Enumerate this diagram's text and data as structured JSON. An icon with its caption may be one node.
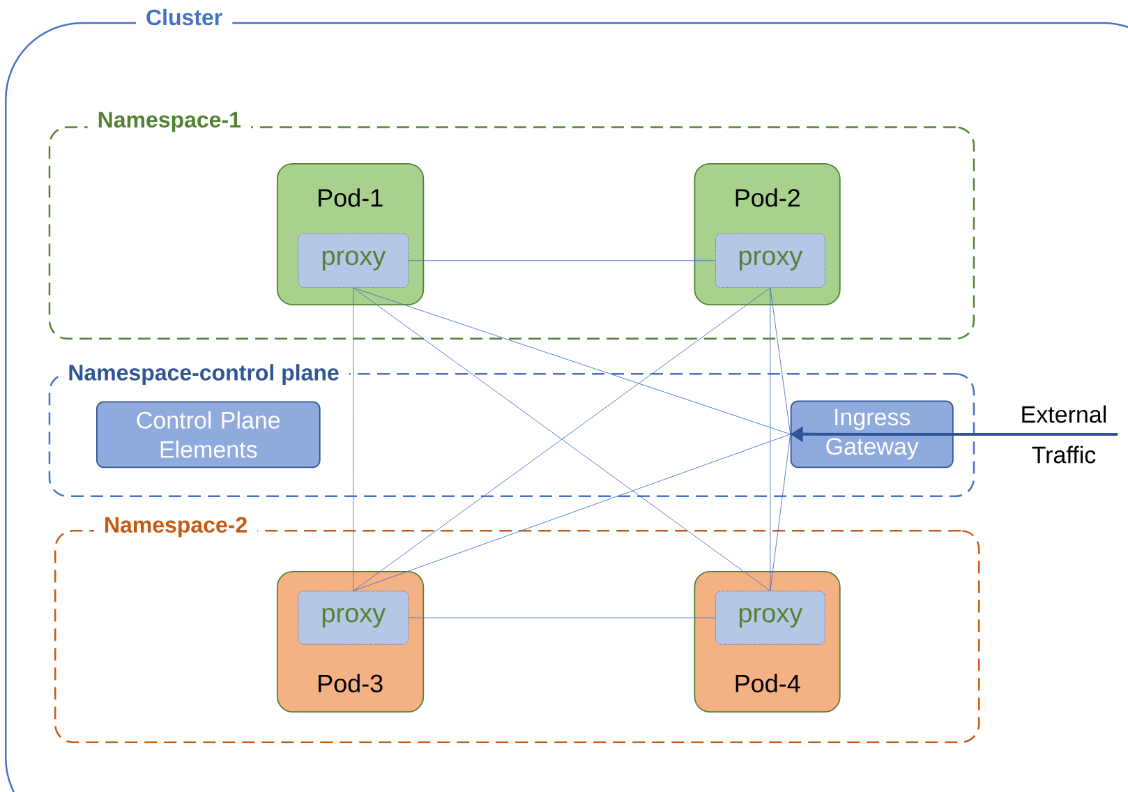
{
  "diagram": {
    "nodes": [
      {
        "text": [
          "Cluster"
        ]
      },
      {
        "text": [
          "Namespace-1"
        ],
        "in": 0
      },
      {
        "text": [
          "Pod-1"
        ],
        "in": 1
      },
      {
        "text": [
          "proxy"
        ],
        "in": 2
      },
      {
        "text": [
          "Pod-2"
        ],
        "in": 1
      },
      {
        "text": [
          "proxy"
        ],
        "in": 4
      },
      {
        "text": [
          "Namespace-control plane"
        ],
        "in": 0
      },
      {
        "text": [
          "Control Plane Elements"
        ],
        "in": 6
      },
      {
        "text": [
          "Ingress Gateway"
        ],
        "in": 6
      },
      {
        "text": [
          "Namespace-2"
        ],
        "in": 0
      },
      {
        "text": [
          "Pod-3"
        ],
        "in": 9
      },
      {
        "text": [
          "proxy"
        ],
        "in": 10
      },
      {
        "text": [
          "Pod-4"
        ],
        "in": 9
      },
      {
        "text": [
          "proxy"
        ],
        "in": 12
      },
      {
        "text": [
          "External Traffic"
        ],
        "in": 0
      }
    ],
    "edges": [
      {
        "from": 3,
        "to": 5,
        "arrow": "none"
      },
      {
        "from": 3,
        "to": 11,
        "arrow": "none"
      },
      {
        "from": 3,
        "to": 13,
        "arrow": "none"
      },
      {
        "from": 3,
        "to": 8,
        "arrow": "none"
      },
      {
        "from": 5,
        "to": 11,
        "arrow": "none"
      },
      {
        "from": 5,
        "to": 13,
        "arrow": "none"
      },
      {
        "from": 5,
        "to": 8,
        "arrow": "none"
      },
      {
        "from": 8,
        "to": 11,
        "arrow": "none"
      },
      {
        "from": 8,
        "to": 13,
        "arrow": "none"
      },
      {
        "from": 11,
        "to": 13,
        "arrow": "none"
      },
      {
        "from": 14,
        "to": 8,
        "arrow": "to",
        "style": "thick",
        "color": "#2f5597"
      }
    ]
  }
}
